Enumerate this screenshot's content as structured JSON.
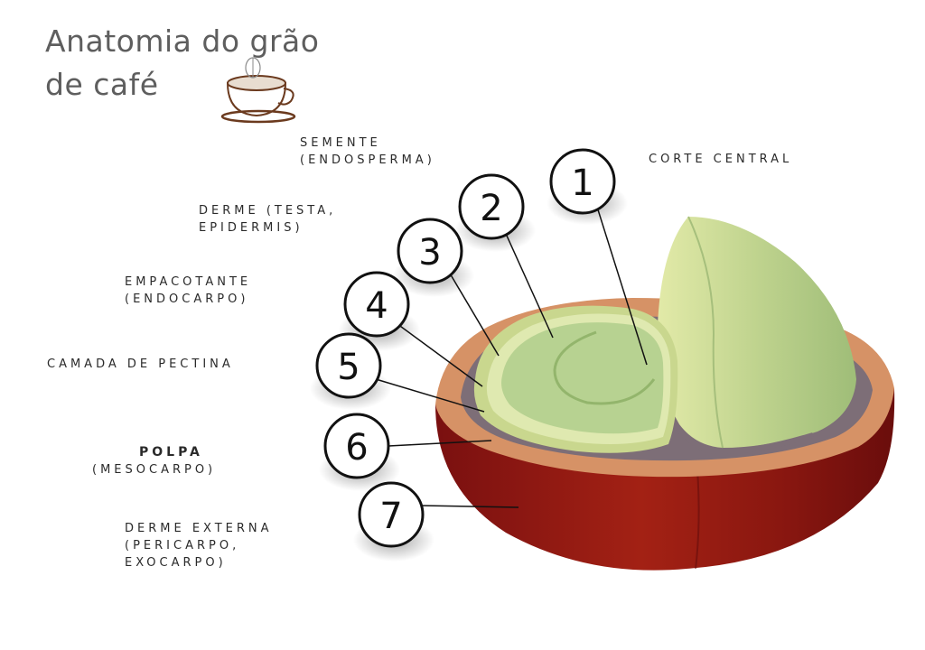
{
  "title": {
    "line1": "Anatomia do grão",
    "line2": "de café"
  },
  "corte_label": "CORTE CENTRAL",
  "layers": [
    {
      "number": "1",
      "line1": "SEMENTE",
      "line2": "(ENDOSPERMA)",
      "line3": ""
    },
    {
      "number": "2",
      "line1": "DERME (TESTA,",
      "line2": "EPIDERMIS)",
      "line3": ""
    },
    {
      "number": "3",
      "line1": "EMPACOTANTE",
      "line2": "(ENDOCARPO)",
      "line3": ""
    },
    {
      "number": "4",
      "line1": "CAMADA DE PECTINA",
      "line2": "",
      "line3": ""
    },
    {
      "number": "5",
      "line1": "",
      "line2": "",
      "line3": ""
    },
    {
      "number": "6",
      "line1": "POLPA",
      "line2": "(MESOCARPO)",
      "line3": ""
    },
    {
      "number": "7",
      "line1": "DERME EXTERNA",
      "line2": "(PERICARPO,",
      "line3": "EXOCARPO)"
    }
  ],
  "colors": {
    "skin_dark": "#7a1010",
    "skin_mid": "#9b1c12",
    "pulp": "#d69266",
    "pectin": "#7d6e77",
    "parchment": "#c9d78e",
    "silver": "#dfe9b0",
    "seed": "#b7d291",
    "title": "#5e5e5e"
  },
  "icons": {
    "cup": "coffee-cup-icon"
  }
}
